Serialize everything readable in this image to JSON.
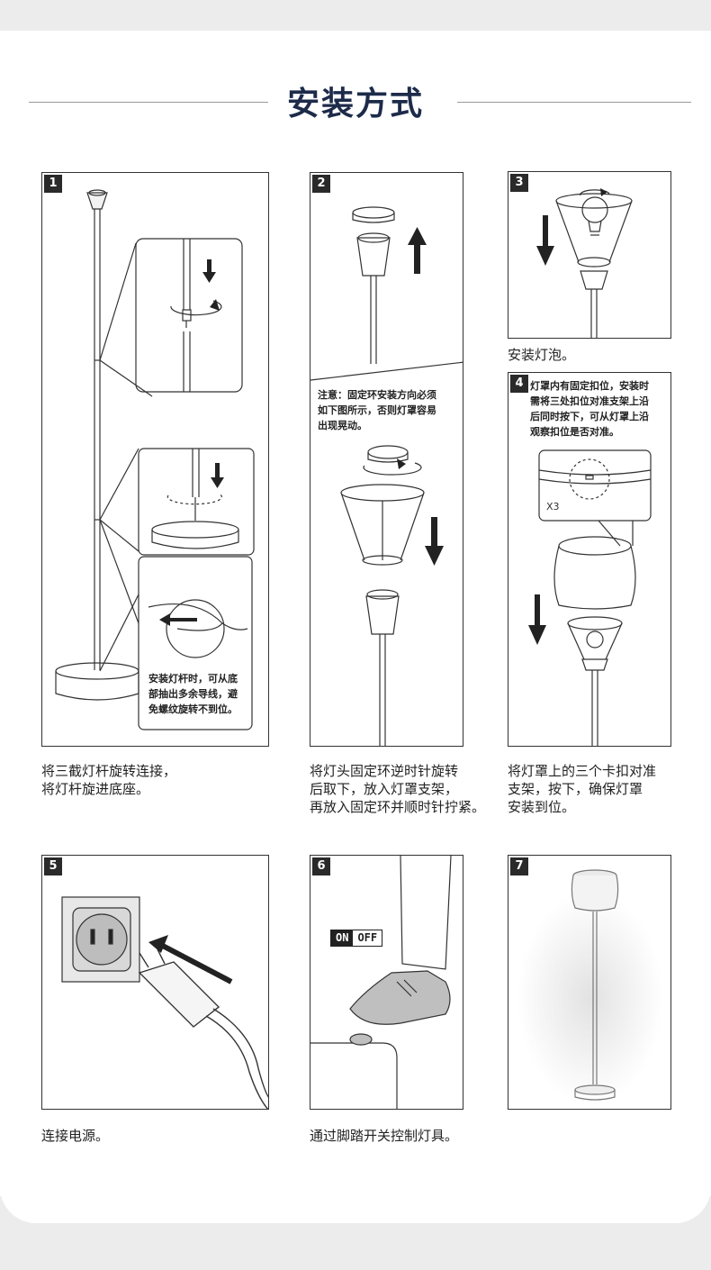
{
  "page": {
    "title": "安装方式"
  },
  "steps": [
    {
      "number": "1",
      "caption": "将三截灯杆旋转连接，\n将灯杆旋进底座。",
      "note": "安装灯杆时，可从底\n部抽出多余导线，避\n免螺纹旋转不到位。"
    },
    {
      "number": "2",
      "caption": "将灯头固定环逆时针旋转\n后取下，放入灯罩支架，\n再放入固定环并顺时针拧紧。",
      "note": "注意：固定环安装方向必须\n如下图所示，否则灯罩容易\n出现晃动。"
    },
    {
      "number": "3",
      "caption": "安装灯泡。"
    },
    {
      "number": "4",
      "caption": "将灯罩上的三个卡扣对准\n支架，按下，确保灯罩\n安装到位。",
      "note": "灯罩内有固定扣位，安装时\n需将三处扣位对准支架上沿\n后同时按下，可从灯罩上沿\n观察扣位是否对准。",
      "x3_label": "X3"
    },
    {
      "number": "5",
      "caption": "连接电源。"
    },
    {
      "number": "6",
      "caption": "通过脚踏开关控制灯具。",
      "switch_on": "ON",
      "switch_off": "OFF"
    },
    {
      "number": "7",
      "caption": ""
    }
  ],
  "icons": [
    "down-arrow-icon",
    "up-arrow-icon",
    "rotate-arrow-icon",
    "left-arrow-icon"
  ],
  "colors": {
    "title": "#1d2b4a",
    "border": "#333333",
    "badge": "#2a2a2a"
  }
}
